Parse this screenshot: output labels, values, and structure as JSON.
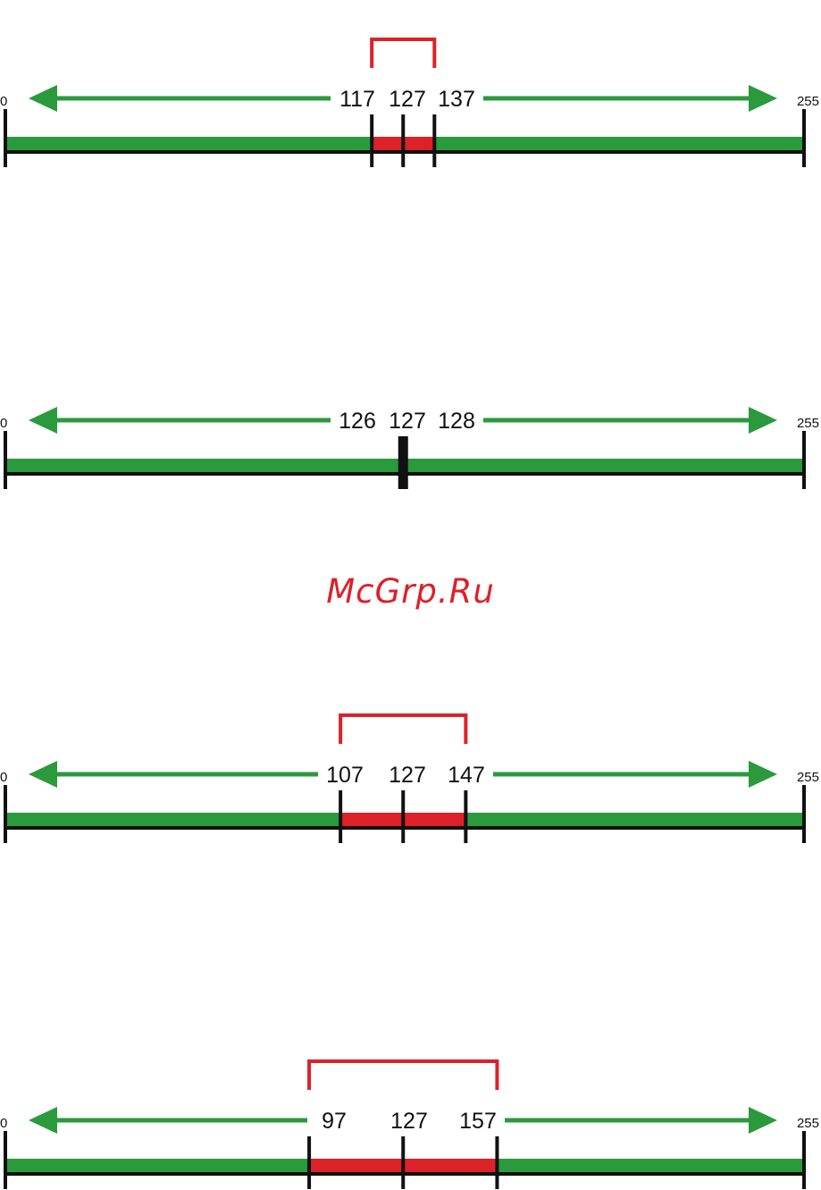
{
  "colors": {
    "green": "#2a9a3c",
    "red": "#dc2128",
    "black": "#111111"
  },
  "watermark": {
    "text": "McGrp.Ru",
    "color": "#dc2128"
  },
  "scales": [
    {
      "min": 0,
      "max": 255,
      "center": 127,
      "low": 117,
      "high": 137,
      "labels": {
        "min": "0",
        "max": "255",
        "low": "117",
        "center": "127",
        "high": "137"
      },
      "bracket": true
    },
    {
      "min": 0,
      "max": 255,
      "center": 127,
      "low": 126,
      "high": 128,
      "labels": {
        "min": "0",
        "max": "255",
        "low": "126",
        "center": "127",
        "high": "128"
      },
      "bracket": false
    },
    {
      "min": 0,
      "max": 255,
      "center": 127,
      "low": 107,
      "high": 147,
      "labels": {
        "min": "0",
        "max": "255",
        "low": "107",
        "center": "127",
        "high": "147"
      },
      "bracket": true
    },
    {
      "min": 0,
      "max": 255,
      "center": 127,
      "low": 97,
      "high": 157,
      "labels": {
        "min": "0",
        "max": "255",
        "low": "97",
        "center": "127",
        "high": "157"
      },
      "bracket": true
    }
  ]
}
